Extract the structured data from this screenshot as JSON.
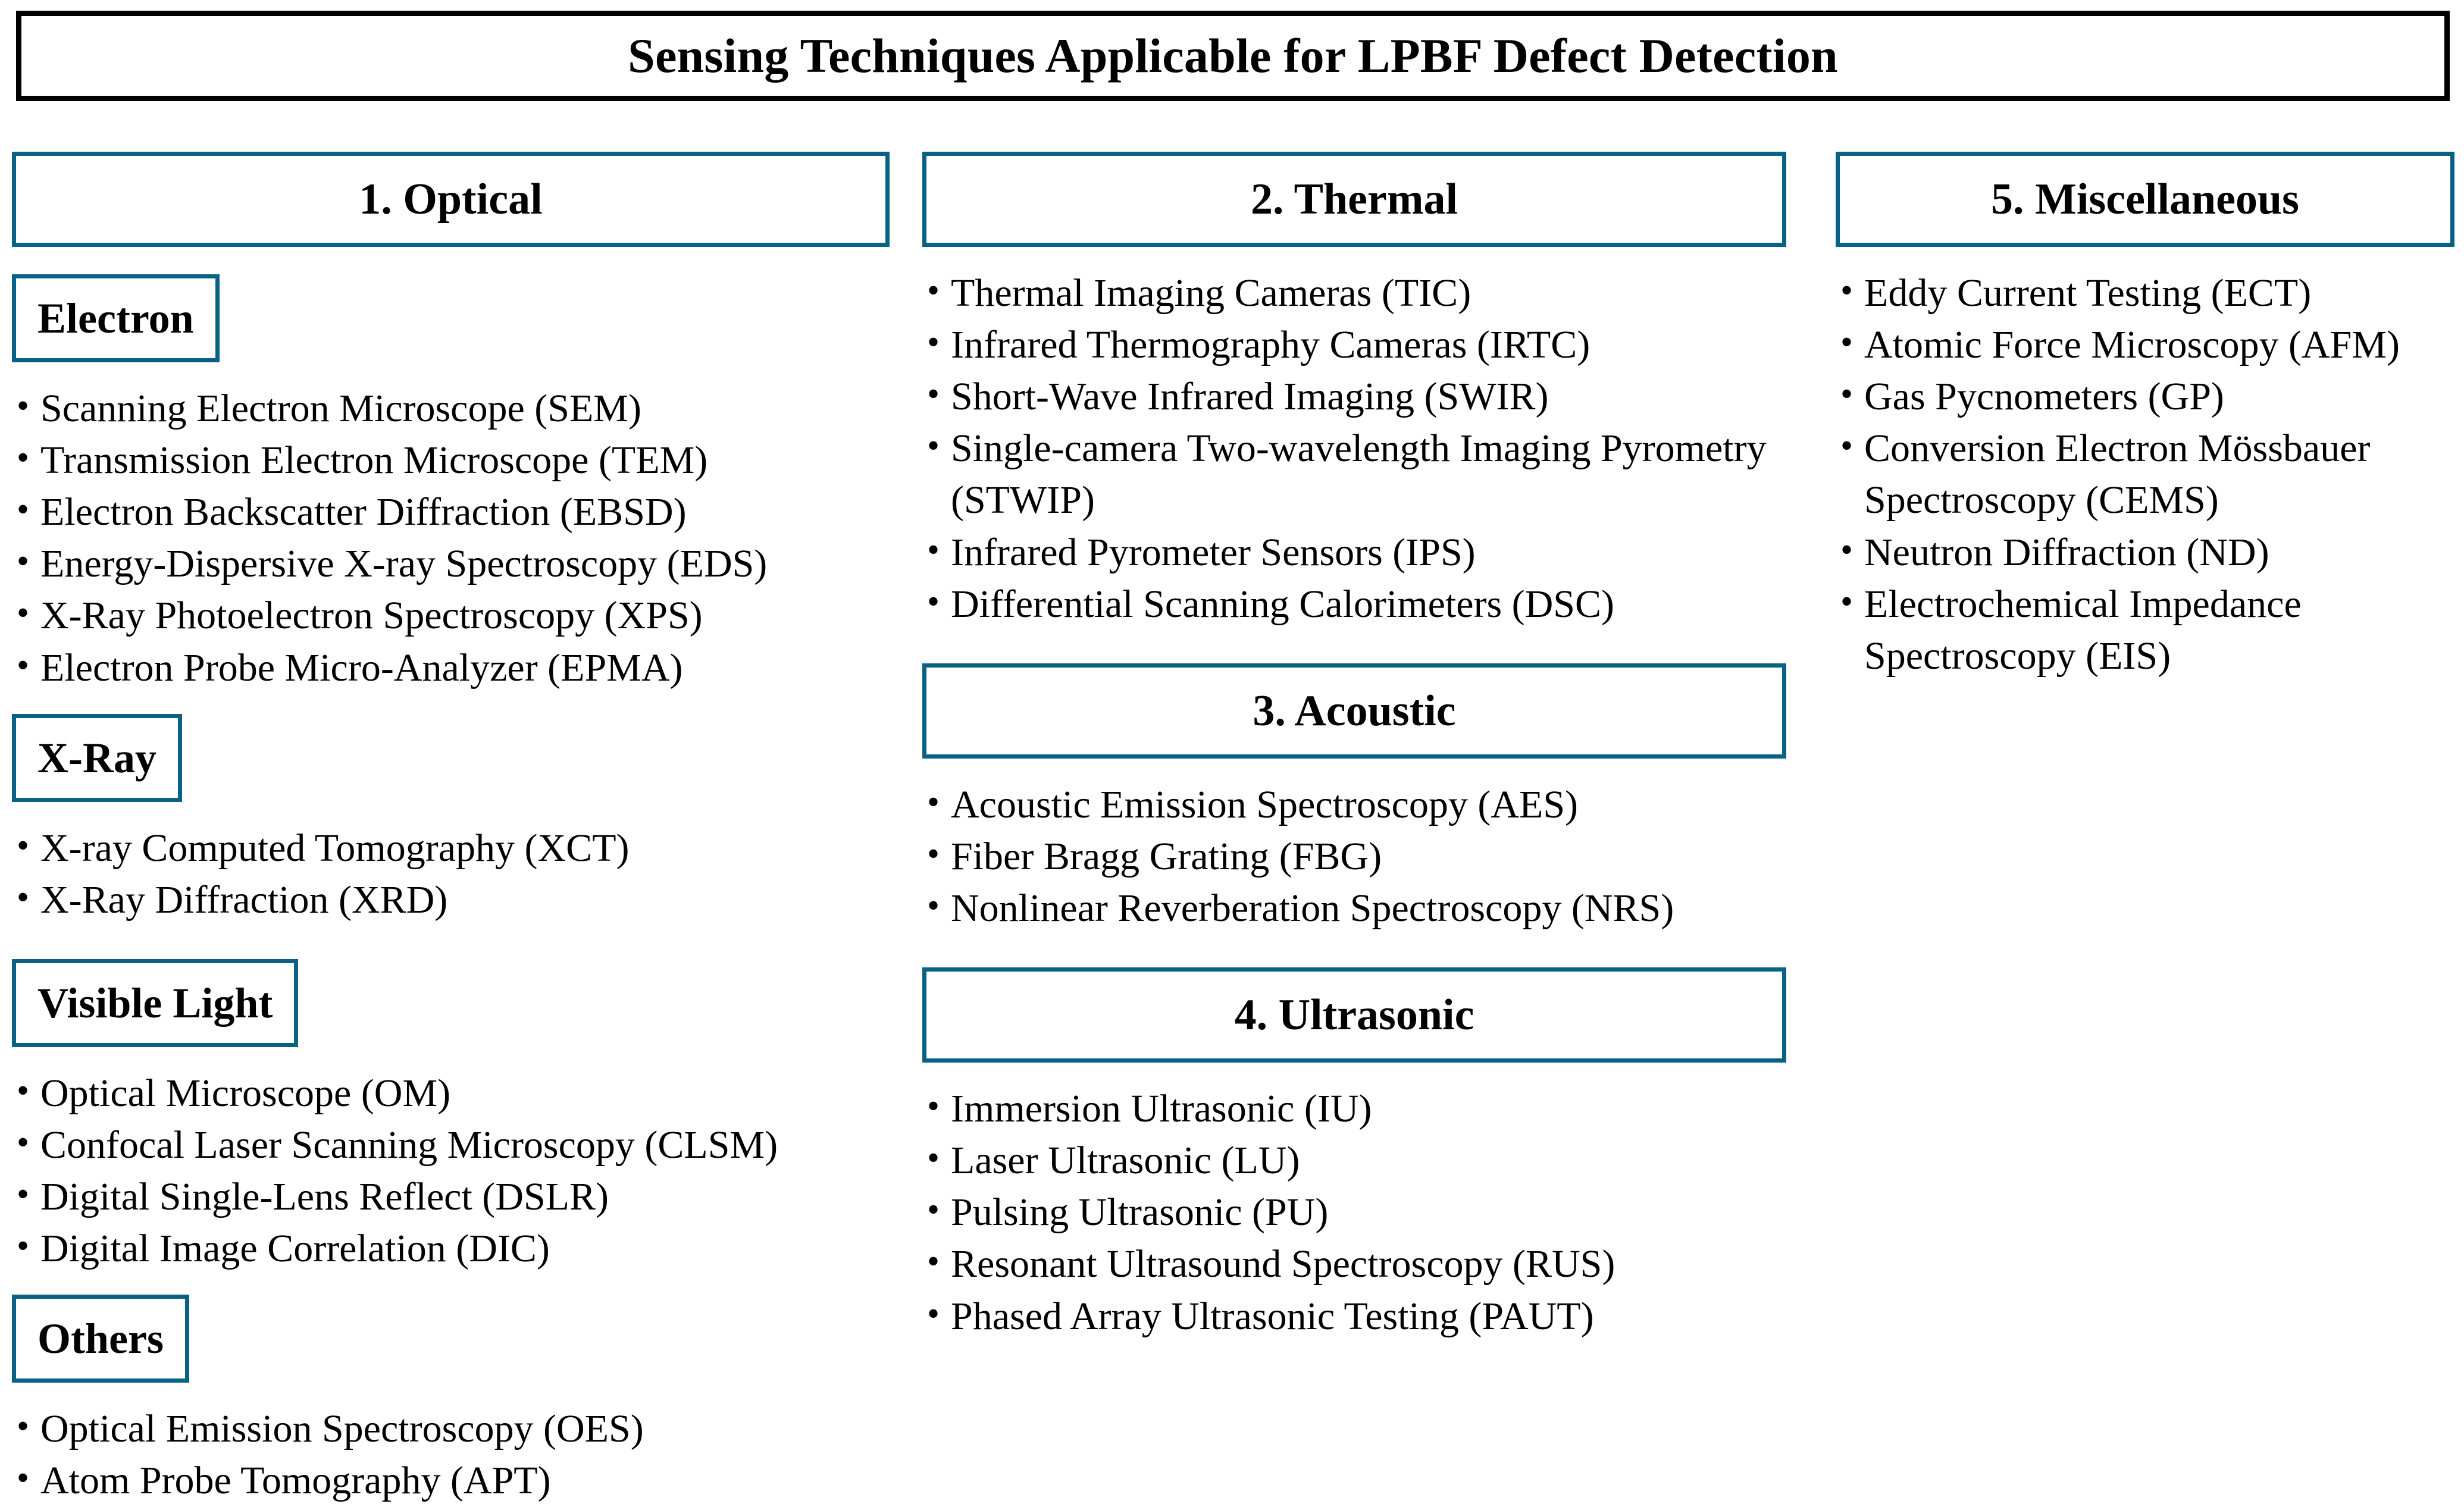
{
  "header": {
    "title": "Sensing Techniques Applicable for LPBF Defect Detection"
  },
  "colors": {
    "box_border_teal": "#0a6186",
    "title_border": "#000000",
    "text": "#000000",
    "background": "#ffffff"
  },
  "bullet_glyph": "•",
  "columns": [
    {
      "id": "col-1",
      "category": {
        "number": "1.",
        "label": "1. Optical"
      },
      "groups": [
        {
          "name": "Electron",
          "items": [
            "Scanning Electron Microscope (SEM)",
            "Transmission Electron Microscope (TEM)",
            "Electron Backscatter Diffraction (EBSD)",
            "Energy-Dispersive X-ray Spectroscopy (EDS)",
            "X-Ray Photoelectron Spectroscopy (XPS)",
            "Electron Probe Micro-Analyzer (EPMA)"
          ]
        },
        {
          "name": "X-Ray",
          "items": [
            "X-ray Computed Tomography (XCT)",
            "X-Ray Diffraction (XRD)"
          ]
        },
        {
          "name": "Visible Light",
          "items": [
            "Optical Microscope (OM)",
            "Confocal Laser Scanning Microscopy (CLSM)",
            "Digital Single-Lens Reflect (DSLR)",
            "Digital Image Correlation (DIC)"
          ]
        },
        {
          "name": "Others",
          "items": [
            "Optical Emission Spectroscopy (OES)",
            "Atom Probe Tomography (APT)"
          ]
        }
      ]
    },
    {
      "id": "col-2",
      "sections": [
        {
          "category": {
            "number": "2.",
            "label": "2. Thermal"
          },
          "items": [
            "Thermal Imaging Cameras (TIC)",
            "Infrared Thermography Cameras (IRTC)",
            "Short-Wave Infrared Imaging (SWIR)",
            "Single-camera Two-wavelength Imaging Pyrometry (STWIP)",
            "Infrared Pyrometer Sensors (IPS)",
            "Differential Scanning Calorimeters (DSC)"
          ]
        },
        {
          "category": {
            "number": "3.",
            "label": "3. Acoustic"
          },
          "items": [
            "Acoustic Emission Spectroscopy (AES)",
            "Fiber Bragg Grating (FBG)",
            "Nonlinear Reverberation Spectroscopy (NRS)"
          ]
        },
        {
          "category": {
            "number": "4.",
            "label": "4. Ultrasonic"
          },
          "items": [
            "Immersion Ultrasonic (IU)",
            "Laser Ultrasonic (LU)",
            "Pulsing Ultrasonic (PU)",
            "Resonant Ultrasound Spectroscopy (RUS)",
            "Phased Array Ultrasonic Testing (PAUT)"
          ]
        }
      ]
    },
    {
      "id": "col-3",
      "sections": [
        {
          "category": {
            "number": "5.",
            "label": "5. Miscellaneous"
          },
          "items": [
            "Eddy Current Testing (ECT)",
            "Atomic Force Microscopy (AFM)",
            "Gas Pycnometers (GP)",
            "Conversion Electron Mössbauer Spectroscopy (CEMS)",
            "Neutron Diffraction (ND)",
            "Electrochemical Impedance Spectroscopy (EIS)"
          ]
        }
      ]
    }
  ]
}
